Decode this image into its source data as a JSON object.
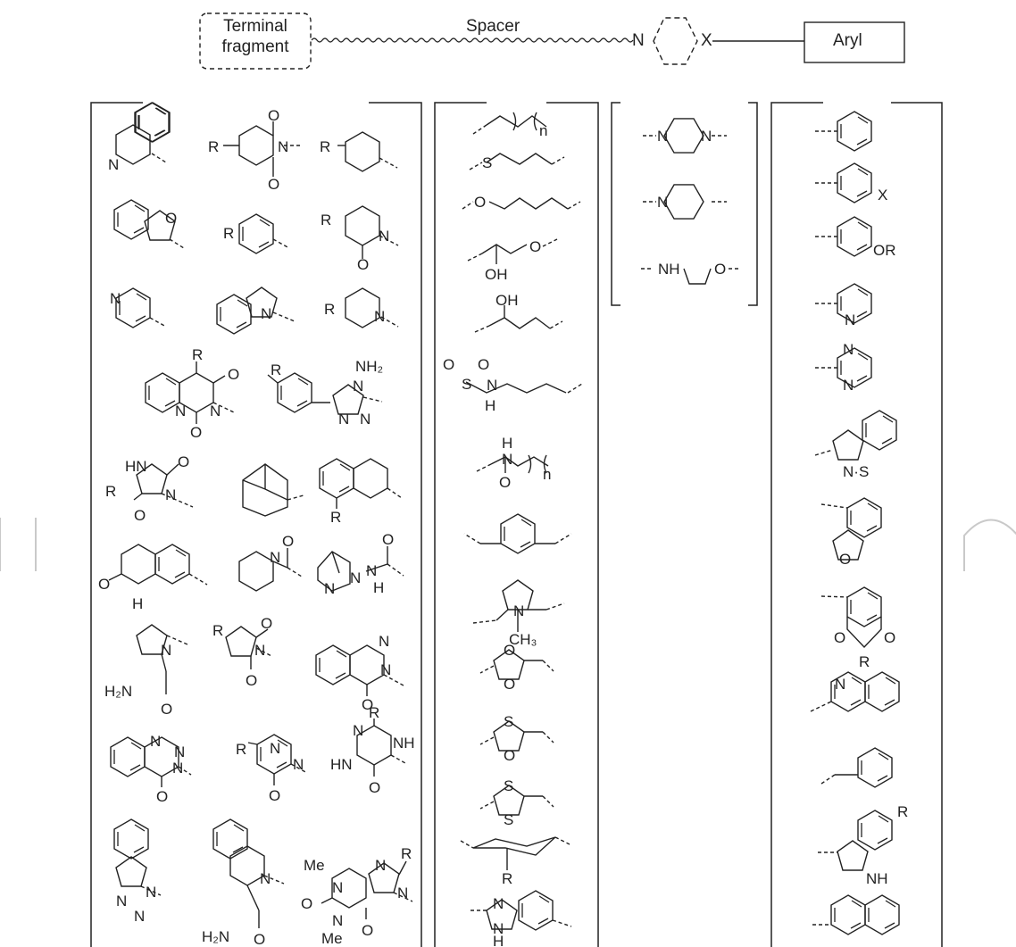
{
  "header": {
    "terminal_line1": "Terminal",
    "terminal_line2": "fragment",
    "spacer": "Spacer",
    "ring_n": "N",
    "ring_x": "X",
    "aryl": "Aryl"
  },
  "atoms": {
    "N": "N",
    "O": "O",
    "S": "S",
    "R": "R",
    "X": "X",
    "OR": "OR",
    "H": "H",
    "NH": "NH",
    "HN": "HN",
    "NH2": "NH₂",
    "H2N": "H₂N",
    "OH": "OH",
    "Me": "Me",
    "CH3": "CH₃",
    "n": "n",
    "NS": "N·S"
  }
}
